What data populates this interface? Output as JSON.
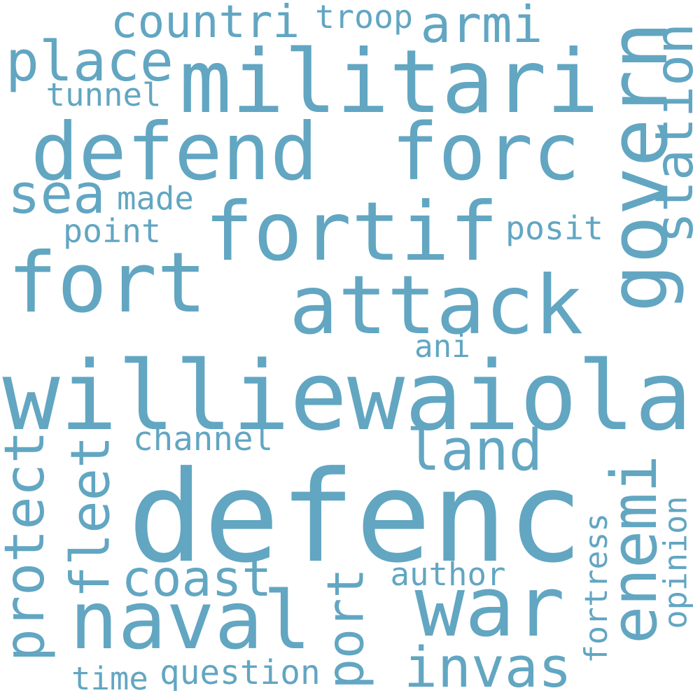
{
  "colors": {
    "background": "#ffffff",
    "word": "#62a6c2"
  },
  "words": {
    "defenc": "defenc",
    "williewaiola": "williewaiola",
    "militari": "militari",
    "defend": "defend",
    "forc": "forc",
    "fortif": "fortif",
    "fort": "fort",
    "attack": "attack",
    "govern": "govern",
    "naval": "naval",
    "war": "war",
    "enemi": "enemi",
    "place": "place",
    "sea": "sea",
    "station": "station",
    "armi": "armi",
    "countri": "countri",
    "troop": "troop",
    "tunnel": "tunnel",
    "made": "made",
    "point": "point",
    "posit": "posit",
    "land": "land",
    "protect": "protect",
    "fleet": "fleet",
    "coast": "coast",
    "channel": "channel",
    "ani": "ani",
    "port": "port",
    "invas": "invas",
    "author": "author",
    "fortress": "fortress",
    "opinion": "opinion",
    "question": "question",
    "time": "time"
  }
}
